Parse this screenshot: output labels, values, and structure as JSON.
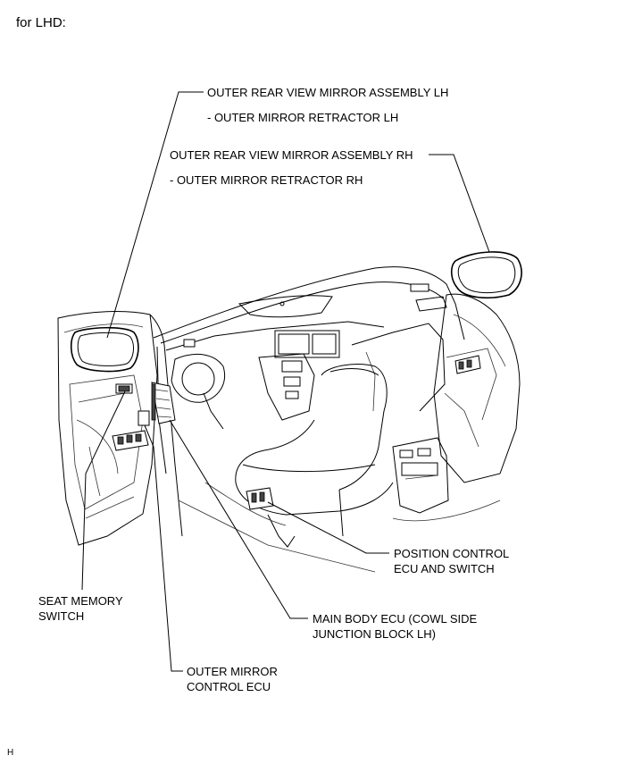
{
  "header": {
    "title": "for LHD:"
  },
  "labels": {
    "mirror_lh_1": "OUTER REAR VIEW MIRROR ASSEMBLY LH",
    "mirror_lh_2": "- OUTER MIRROR RETRACTOR LH",
    "mirror_rh_1": "OUTER REAR VIEW MIRROR ASSEMBLY RH",
    "mirror_rh_2": "- OUTER MIRROR RETRACTOR RH",
    "position_ecu_1": "POSITION CONTROL",
    "position_ecu_2": "ECU AND SWITCH",
    "seat_memory_1": "SEAT MEMORY",
    "seat_memory_2": "SWITCH",
    "main_body_1": "MAIN BODY ECU (COWL SIDE",
    "main_body_2": "JUNCTION BLOCK LH)",
    "mirror_ecu_1": "OUTER MIRROR",
    "mirror_ecu_2": "CONTROL ECU"
  },
  "footer": {
    "code": "H"
  }
}
